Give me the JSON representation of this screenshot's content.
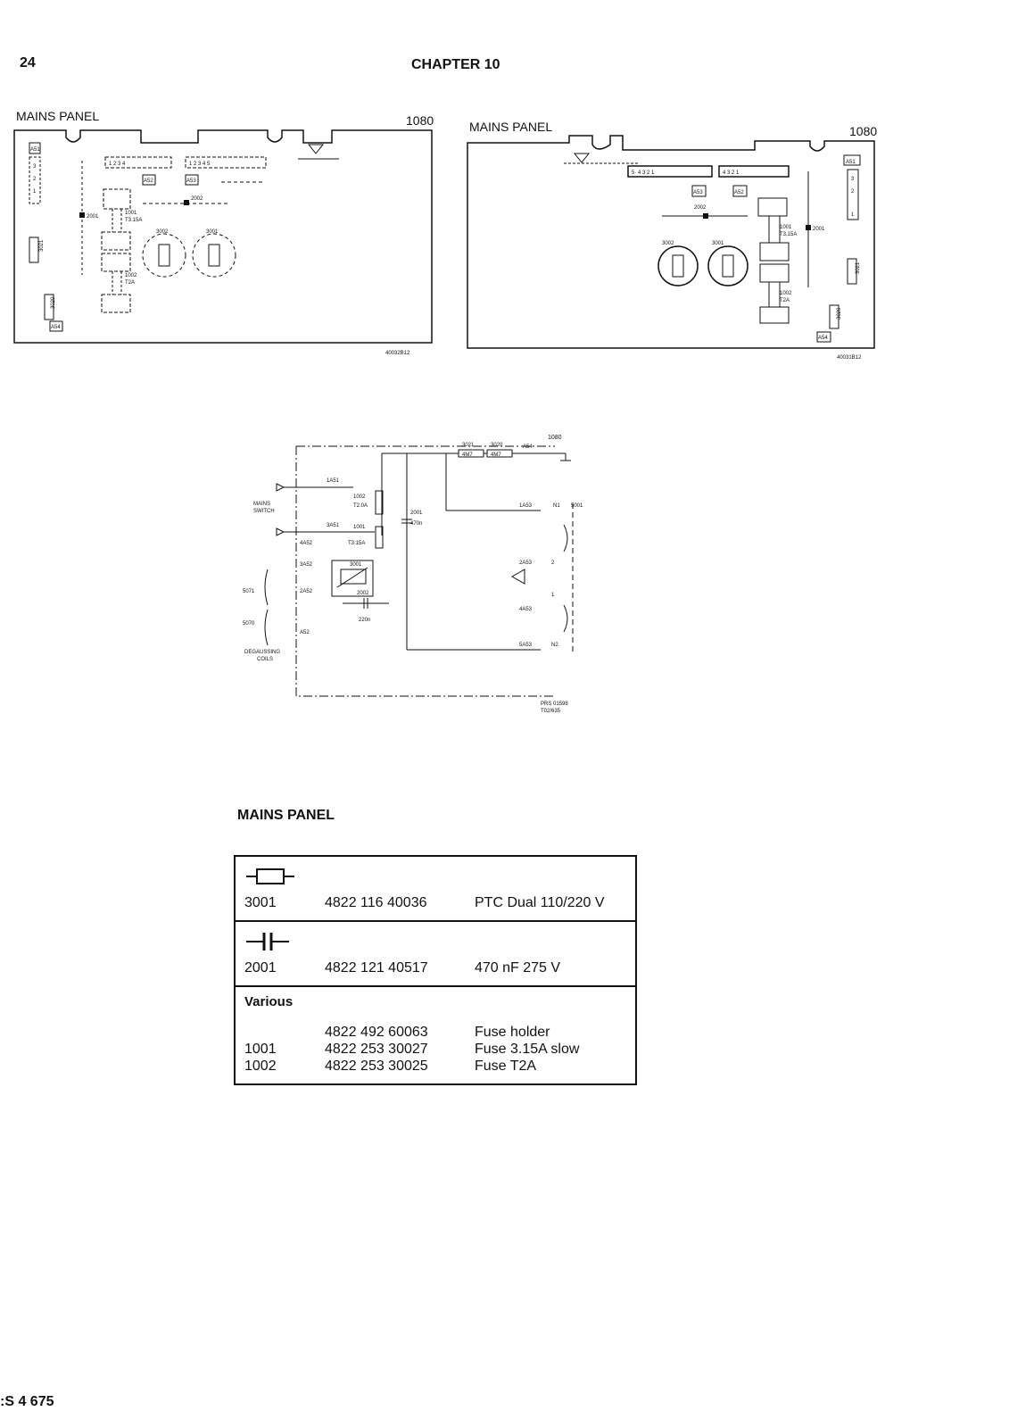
{
  "header": {
    "page_number": "24",
    "chapter": "CHAPTER 10"
  },
  "layout_left": {
    "title": "MAINS PANEL",
    "board": "1080",
    "code": "40032B12"
  },
  "layout_right": {
    "title": "MAINS PANEL",
    "board": "1080",
    "code": "40031B12"
  },
  "schematic": {
    "board": "1080",
    "labels": [
      "1A51",
      "1002",
      "T2.0A",
      "MAINS SWITCH",
      "3A51",
      "1001",
      "T3.15A",
      "4A52",
      "3A52",
      "2A52",
      "3001",
      "2002",
      "220n",
      "2001",
      "470n",
      "3021",
      "3020",
      "A54",
      "4M7",
      "1A53",
      "N1",
      "5001",
      "2A53",
      "4A53",
      "5A53",
      "N2",
      "5071",
      "5070",
      "A52",
      "DEGAUSSING COILS"
    ],
    "codes": [
      "PRS 01598",
      "T02/635"
    ]
  },
  "parts_list": {
    "title": "MAINS PANEL",
    "sections": [
      {
        "symbol": "resistor-icon",
        "rows": [
          {
            "pos": "3001",
            "code": "4822 116 40036",
            "desc": "PTC Dual 110/220 V"
          }
        ]
      },
      {
        "symbol": "capacitor-icon",
        "rows": [
          {
            "pos": "2001",
            "code": "4822 121 40517",
            "desc": "470 nF   275 V"
          }
        ]
      },
      {
        "heading": "Various",
        "rows": [
          {
            "pos": "",
            "code": "4822 492 60063",
            "desc": "Fuse holder"
          },
          {
            "pos": "1001",
            "code": "4822 253 30027",
            "desc": "Fuse 3.15A slow"
          },
          {
            "pos": "1002",
            "code": "4822 253 30025",
            "desc": "Fuse T2A"
          }
        ]
      }
    ]
  },
  "footer": {
    "text": ":S 4 675"
  }
}
